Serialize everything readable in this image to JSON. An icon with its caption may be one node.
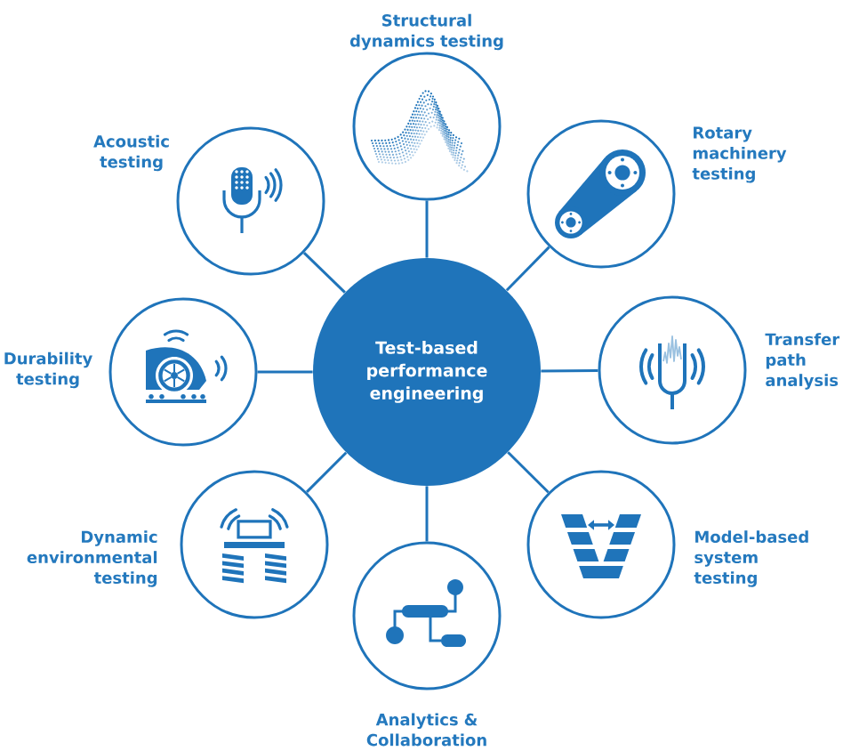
{
  "diagram": {
    "nodes": [
      {
        "text": [
          "Test-based performance engineering"
        ]
      },
      {
        "text": [
          "Structural dynamics testing"
        ]
      },
      {
        "text": [
          "Rotary machinery testing"
        ]
      },
      {
        "text": [
          "Transfer path analysis"
        ]
      },
      {
        "text": [
          "Model-based system testing"
        ]
      },
      {
        "text": [
          "Analytics & Collaboration"
        ]
      },
      {
        "text": [
          "Dynamic environmental testing"
        ]
      },
      {
        "text": [
          "Durability testing"
        ]
      },
      {
        "text": [
          "Acoustic testing"
        ]
      }
    ],
    "edges": [
      {
        "from": 0,
        "to": 1,
        "arrow": "none"
      },
      {
        "from": 0,
        "to": 2,
        "arrow": "none"
      },
      {
        "from": 0,
        "to": 3,
        "arrow": "none"
      },
      {
        "from": 0,
        "to": 4,
        "arrow": "none"
      },
      {
        "from": 0,
        "to": 5,
        "arrow": "none"
      },
      {
        "from": 0,
        "to": 6,
        "arrow": "none"
      },
      {
        "from": 0,
        "to": 7,
        "arrow": "none"
      },
      {
        "from": 0,
        "to": 8,
        "arrow": "none"
      }
    ]
  }
}
